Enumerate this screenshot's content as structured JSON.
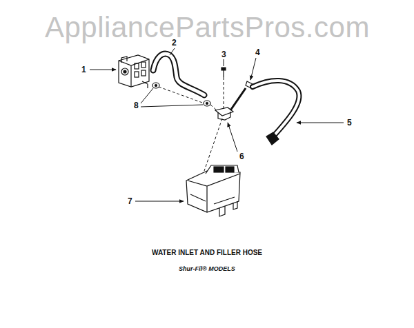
{
  "diagram": {
    "caption": "WATER INLET AND FILLER HOSE",
    "labels": [
      "AppliancePartsPros.com",
      "1",
      "2",
      "3",
      "4",
      "5",
      "6",
      "7",
      "8",
      "Shur-Fil® MODELS"
    ]
  }
}
